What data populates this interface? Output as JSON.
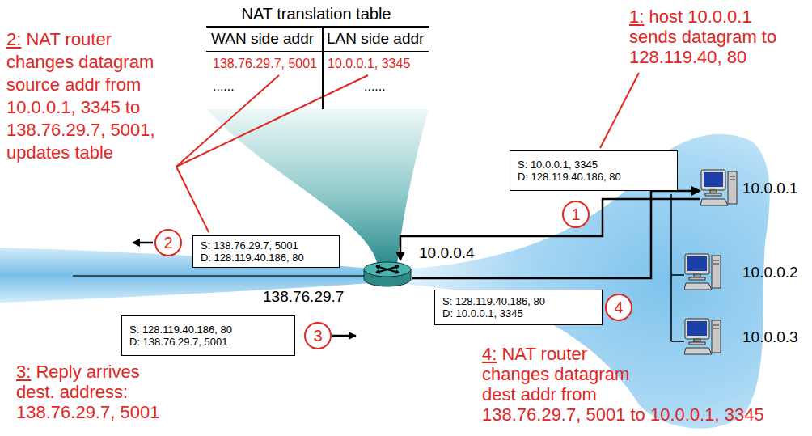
{
  "diagram": {
    "nodes": [
      {
        "text": [
          "NAT translation table",
          "WAN side addr",
          "LAN side addr",
          "138.76.29.7, 5001",
          "10.0.0.1, 3345",
          "......",
          "......"
        ]
      },
      {
        "text": [
          "S: 10.0.0.1, 3345",
          "D: 128.119.40.186, 80"
        ]
      },
      {
        "text": [
          "10.0.0.1"
        ]
      },
      {
        "text": [
          "S: 138.76.29.7, 5001",
          "D: 128.119.40.186, 80"
        ]
      },
      {
        "text": [
          "10.0.0.4",
          "138.76.29.7"
        ]
      },
      {
        "text": [
          "10.0.0.2"
        ]
      },
      {
        "text": [
          "S: 128.119.40.186, 80",
          "D: 10.0.0.1, 3345"
        ]
      },
      {
        "text": [
          "S: 128.119.40.186, 80",
          "D: 138.76.29.7, 5001"
        ]
      },
      {
        "text": [
          "10.0.0.3"
        ]
      }
    ],
    "edges": [
      {
        "from": 2,
        "to": 4,
        "arrow": "to"
      },
      {
        "from": 4,
        "to": 2,
        "arrow": "to"
      }
    ],
    "labels": [
      "2: NAT router changes datagram source addr from 10.0.0.1, 3345 to 138.76.29.7, 5001, updates table",
      "1: host 10.0.0.1 sends datagram to 128.119.40, 80",
      "1",
      "2",
      "3",
      "4",
      "3: Reply arrives dest. address: 138.76.29.7, 5001",
      "4: NAT router changes datagram dest addr from 138.76.29.7, 5001 to 10.0.0.1, 3345"
    ]
  }
}
